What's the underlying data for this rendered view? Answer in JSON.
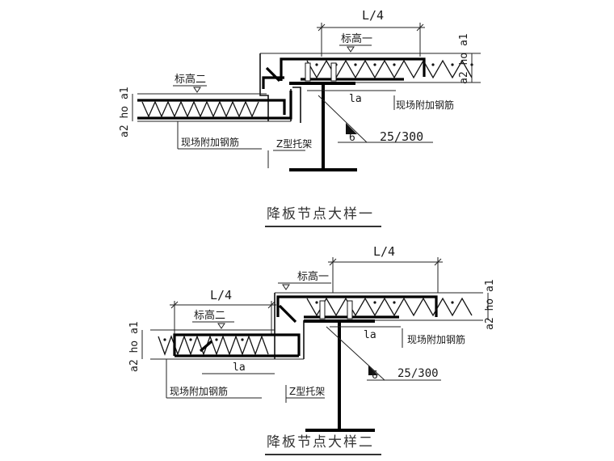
{
  "detail1": {
    "dim_top": "L/4",
    "elev_high": "标高一",
    "elev_low": "标高二",
    "site_rebar_right": "现场附加钢筋",
    "site_rebar_left": "现场附加钢筋",
    "anchor_len": "la",
    "weld_size": "6",
    "weld_spec": "25/300",
    "bracket": "Z型托架",
    "thickness_left": "a2 ho a1",
    "thickness_right": "a2 ho a1",
    "title": "降板节点大样一"
  },
  "detail2": {
    "dim_top": "L/4",
    "dim_left": "L/4",
    "elev_high": "标高一",
    "elev_low": "标高二",
    "site_rebar_right": "现场附加钢筋",
    "site_rebar_left": "现场附加钢筋",
    "anchor_len_right": "la",
    "anchor_len_left": "la",
    "weld_size": "6",
    "weld_spec": "25/300",
    "bracket": "Z型托架",
    "thickness_left": "a2 ho a1",
    "thickness_right": "a2 ho a1",
    "title": "降板节点大样二"
  }
}
